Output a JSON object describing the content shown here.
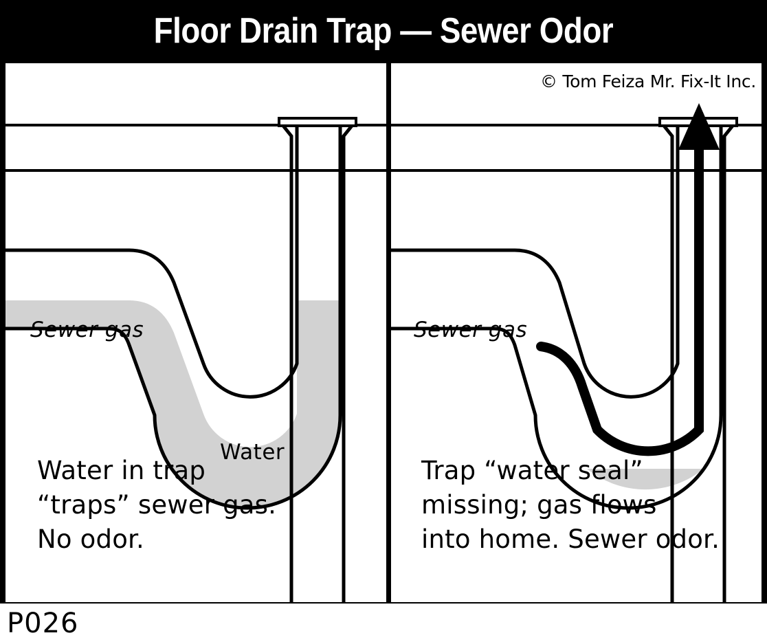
{
  "title": "Floor Drain Trap — Sewer Odor",
  "copyright": "© Tom Feiza Mr. Fix-It Inc.",
  "sheet_code": "P026",
  "colors": {
    "frame": "#000000",
    "panel_background": "#ffffff",
    "line": "#000000",
    "water_fill": "#d2d2d2",
    "title_text": "#ffffff"
  },
  "panels": [
    {
      "id": "left",
      "name": "trap-with-water-seal",
      "labels": {
        "sewer_gas": "Sewer gas",
        "water": "Water"
      },
      "caption_lines": [
        "Water in trap",
        "“traps” sewer gas.",
        "No odor."
      ],
      "water_level": "full",
      "arrow": false
    },
    {
      "id": "right",
      "name": "trap-missing-water-seal",
      "labels": {
        "sewer_gas": "Sewer gas"
      },
      "caption_lines": [
        "Trap “water seal”",
        "missing; gas flows",
        "into home. Sewer odor."
      ],
      "water_level": "low",
      "arrow": true
    }
  ]
}
